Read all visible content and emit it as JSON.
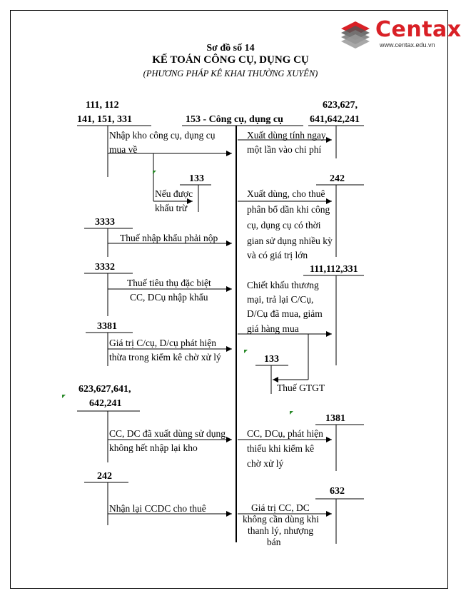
{
  "logo": {
    "brand": "Centax",
    "url": "www.centax.edu.vn",
    "colors": {
      "red": "#d92026",
      "gray": "#555555"
    }
  },
  "title": {
    "line1": "Sơ đồ số 14",
    "line2": "KẾ TOÁN CÔNG CỤ, DỤNG CỤ",
    "line3": "(PHƯƠNG PHÁP KÊ KHAI THƯỜNG XUYÊN)"
  },
  "central_account": "153 - Công cụ, dụng cụ",
  "left": {
    "acc1_line1": "111, 112",
    "acc1_line2": "141, 151, 331",
    "acc1_desc_line1": "Nhập kho công cụ, dụng cụ",
    "acc1_desc_line2": "mua về",
    "acc133": "133",
    "acc133_desc_line1": "Nếu được",
    "acc133_desc_line2": "khấu trừ",
    "acc3333": "3333",
    "acc3333_desc": "Thuế nhập khẩu phải nộp",
    "acc3332": "3332",
    "acc3332_desc_line1": "Thuế tiêu thụ đặc biệt",
    "acc3332_desc_line2": "CC, DCụ nhập khẩu",
    "acc3381": "3381",
    "acc3381_desc_line1": "Giá trị C/cụ, D/cụ phát hiện",
    "acc3381_desc_line2": "thừa trong kiểm kê chờ xử lý",
    "acc623_line1": "623,627,641,",
    "acc623_line2": "642,241",
    "acc623_desc_line1": "CC, DC đã xuất dùng sử dụng",
    "acc623_desc_line2": "không hết nhập lại kho",
    "acc242": "242",
    "acc242_desc": "Nhận lại CCDC cho thuê"
  },
  "right": {
    "acc623_line1": "623,627,",
    "acc623_line2": "641,642,241",
    "acc623_desc_line1": "Xuất dùng tính ngay",
    "acc623_desc_line2": "một lần vào chi phí",
    "acc242": "242",
    "acc242_desc_line1": "Xuất dùng, cho thuê",
    "acc242_desc_line2": "phân bổ dần khi công",
    "acc242_desc_line3": "cụ, dụng cụ có thời",
    "acc242_desc_line4": "gian sử dụng nhiều kỳ",
    "acc242_desc_line5": "và có giá trị lớn",
    "acc111": "111,112,331",
    "acc111_desc_line1": "Chiết khấu thương",
    "acc111_desc_line2": "mại, trả lại C/Cụ,",
    "acc111_desc_line3": "D/Cụ đã mua, giảm",
    "acc111_desc_line4": "giá hàng mua",
    "acc133": "133",
    "acc133_desc": "Thuế GTGT",
    "acc1381": "1381",
    "acc1381_desc_line1": "CC, DCụ, phát hiện",
    "acc1381_desc_line2": "thiếu khi kiểm kê",
    "acc1381_desc_line3": "chờ xử lý",
    "acc632": "632",
    "acc632_desc_line1": "Giá trị CC, DC",
    "acc632_desc_line2": "không cần dùng khi",
    "acc632_desc_line3": "thanh lý, nhượng",
    "acc632_desc_line4": "bán"
  }
}
